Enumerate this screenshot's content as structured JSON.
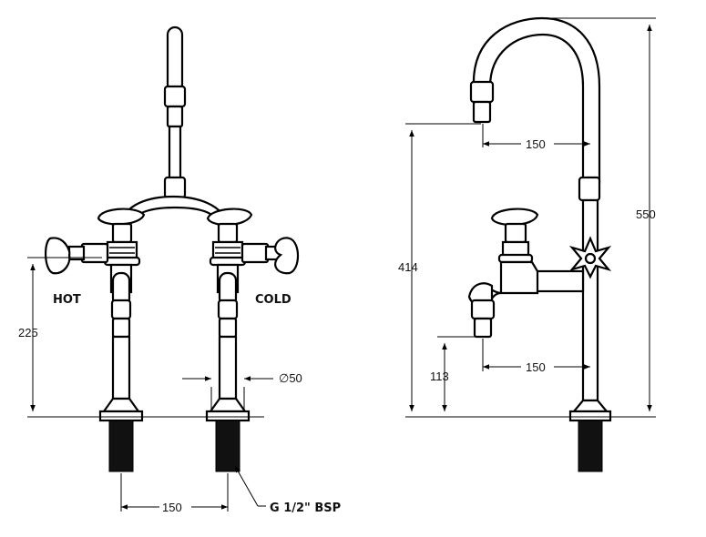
{
  "labels": {
    "hot": "HOT",
    "cold": "COLD",
    "thread": "G 1/2\" BSP",
    "diameter": "∅50"
  },
  "dimensions": {
    "left_height": "225",
    "left_spacing": "150",
    "right_total_height": "550",
    "right_upper_height": "414",
    "right_lower_height": "113",
    "right_upper_reach": "150",
    "right_lower_reach": "150"
  }
}
